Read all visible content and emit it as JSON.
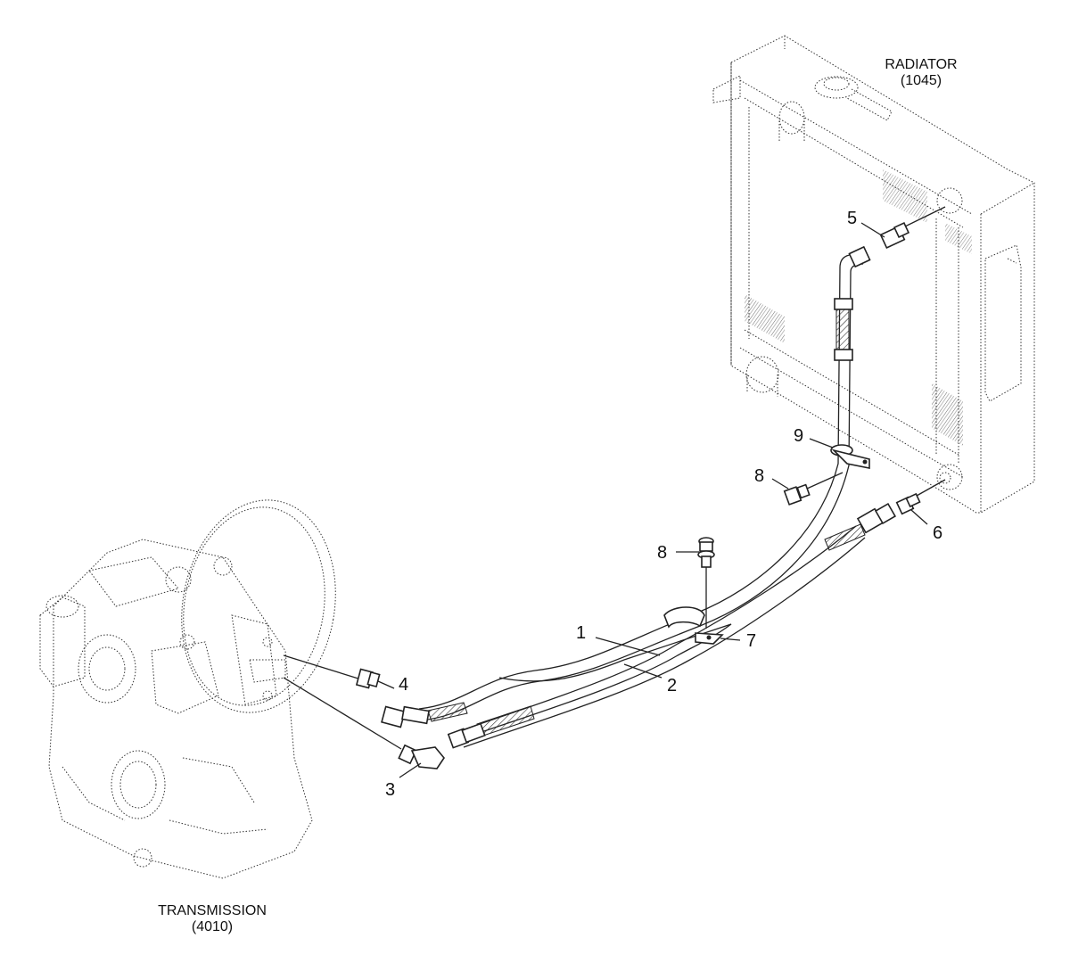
{
  "components": {
    "radiator": {
      "name": "RADIATOR",
      "ref": "(1045)"
    },
    "transmission": {
      "name": "TRANSMISSION",
      "ref": "(4010)"
    }
  },
  "callouts": {
    "c1": "1",
    "c2": "2",
    "c3": "3",
    "c4": "4",
    "c5": "5",
    "c6": "6",
    "c7": "7",
    "c8a": "8",
    "c8b": "8",
    "c9": "9"
  }
}
